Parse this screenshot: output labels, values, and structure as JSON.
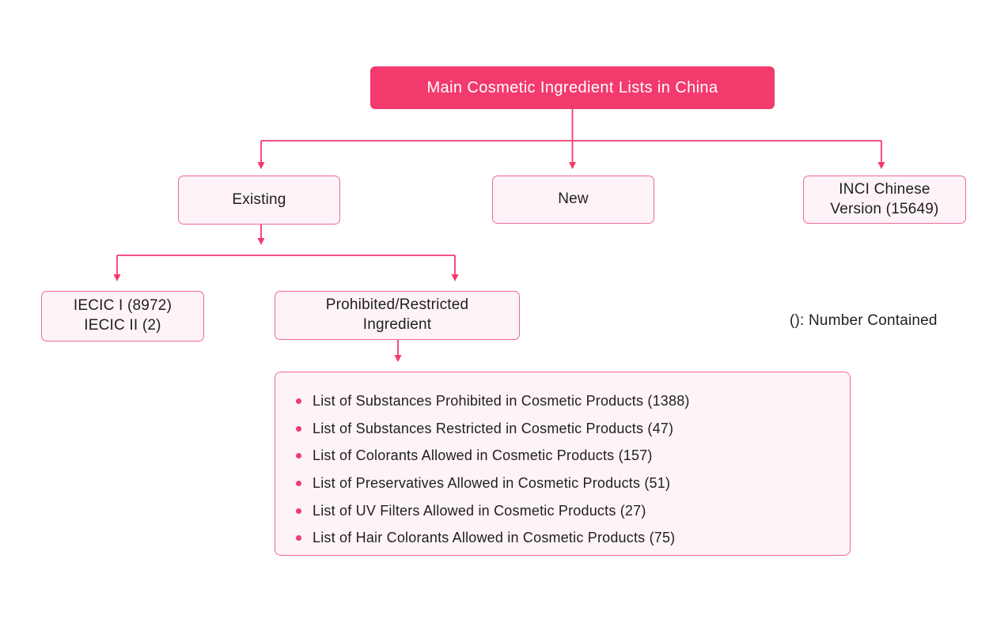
{
  "colors": {
    "accent": "#F23A6D",
    "box-border": "#F2689D",
    "box-fill": "#FDF3F8",
    "text": "#1F1F1F"
  },
  "diagram": {
    "title": "Main Cosmetic Ingredient Lists in China",
    "nodes": {
      "existing": "Existing",
      "new": "New",
      "inci_line1": "INCI Chinese",
      "inci_line2": "Version (15649)",
      "iecic_line1": "IECIC I (8972)",
      "iecic_line2": "IECIC II (2)",
      "prohibited_line1": "Prohibited/Restricted",
      "prohibited_line2": "Ingredient"
    },
    "legend_note": "(): Number Contained",
    "prohibited_lists": [
      "List of Substances Prohibited in Cosmetic Products (1388)",
      "List of Substances Restricted in Cosmetic Products (47)",
      "List of Colorants Allowed in Cosmetic Products (157)",
      "List of Preservatives Allowed in Cosmetic Products (51)",
      "List of UV Filters Allowed in Cosmetic Products (27)",
      "List of Hair Colorants Allowed in Cosmetic Products (75)"
    ]
  }
}
